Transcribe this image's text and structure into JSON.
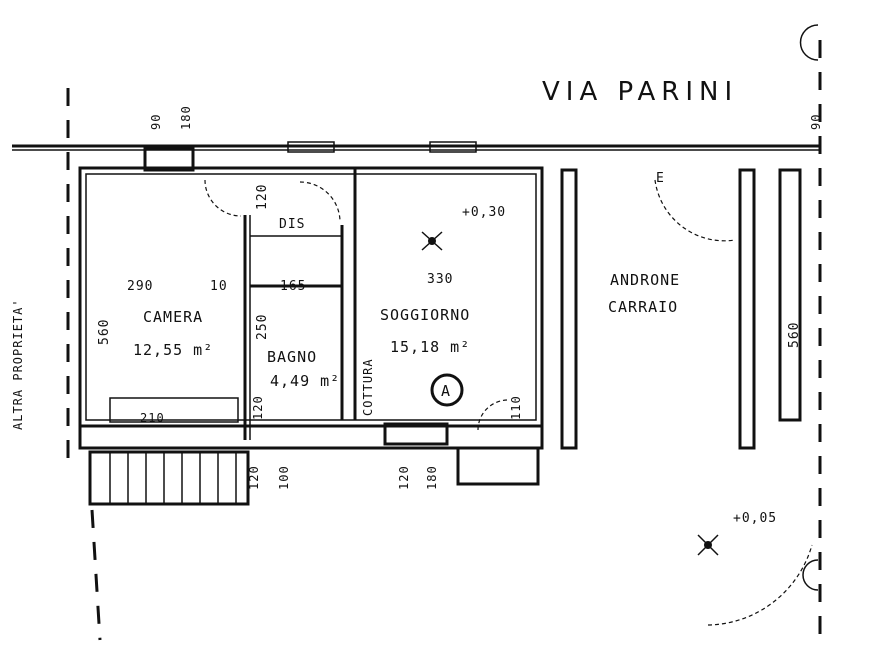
{
  "street_name": "VIA PARINI",
  "neighbour_label": "ALTRA PROPRIETA'",
  "rooms": {
    "camera": {
      "name": "CAMERA",
      "area": "12,55 m²",
      "dims": [
        "290",
        "10"
      ],
      "height": "560"
    },
    "bagno": {
      "name": "BAGNO",
      "area": "4,49 m²",
      "height": "250"
    },
    "dis": {
      "name": "DIS",
      "dim": "120"
    },
    "soggiorno": {
      "name": "SOGGIORNO",
      "area": "15,18 m²",
      "dim": "330",
      "level": "+0,30"
    },
    "cottura": {
      "name": "COTTURA"
    },
    "androne": {
      "name": "ANDRONE",
      "name2": "CARRAIO",
      "dim": "560"
    }
  },
  "dimensions": {
    "window_top_left": "90",
    "window_top_left_b": "180",
    "bath_width": "165",
    "window_bottom": "120",
    "window_bottom_b": "180",
    "stair_side": "120",
    "stair_side_b": "100",
    "door_right": "110",
    "top_right": "90",
    "camera_bottom": "210",
    "wall_note": "120"
  },
  "markers": {
    "circle_label": "A",
    "level_yard": "+0,05",
    "e_mark": "E"
  }
}
